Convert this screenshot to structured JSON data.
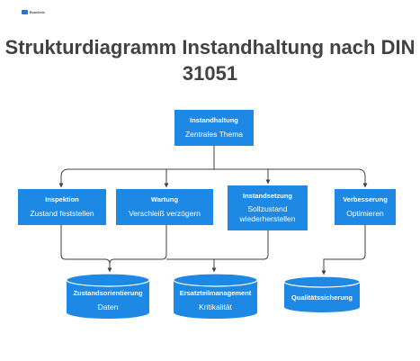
{
  "logo": {
    "text": "Boardmix",
    "color": "#2f6fd1"
  },
  "title": "Strukturdiagramm Instandhaltung nach DIN 31051",
  "colors": {
    "node": "#1e88e5",
    "line": "#424242"
  },
  "root": {
    "title": "Instandhaltung",
    "subtitle": "Zentrales Thema"
  },
  "branches": [
    {
      "title": "Inspektion",
      "subtitle": "Zustand feststellen"
    },
    {
      "title": "Wartung",
      "subtitle": "Verschleiß verzögern"
    },
    {
      "title": "Instandsetzung",
      "subtitle": "Sollzustand wiederherstellen"
    },
    {
      "title": "Verbesserung",
      "subtitle": "Optimieren"
    }
  ],
  "stores": [
    {
      "title": "Zustandsorientierung",
      "subtitle": "Daten"
    },
    {
      "title": "Ersatzteilmanagement",
      "subtitle": "Kritikalität"
    },
    {
      "title": "Qualitätssicherung",
      "subtitle": ""
    }
  ]
}
